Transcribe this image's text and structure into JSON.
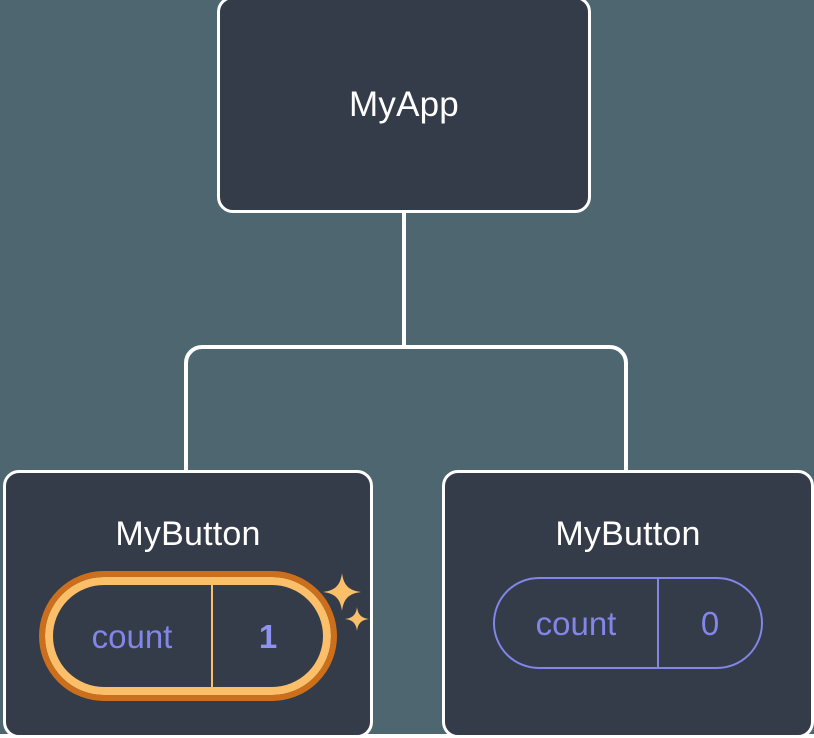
{
  "diagram": {
    "type": "component-tree",
    "title": "React component tree with state highlight",
    "background_color": "#4d6670",
    "node_fill_color": "#343b49",
    "node_border_color": "#ffffff",
    "edge_color": "#ffffff",
    "accent_purple": "#8186e8",
    "highlight_inner_ring": "#fbbf6a",
    "highlight_outer_ring": "#cc6f1c",
    "highlight_value_color": "#8f93f0"
  },
  "root": {
    "label": "MyApp"
  },
  "children": [
    {
      "label": "MyButton",
      "state": {
        "key": "count",
        "value": "1",
        "highlighted": true,
        "sparkle_large": "sparkle-icon",
        "sparkle_small": "sparkle-icon"
      }
    },
    {
      "label": "MyButton",
      "state": {
        "key": "count",
        "value": "0",
        "highlighted": false
      }
    }
  ],
  "edges": [
    {
      "from": "MyApp",
      "to": "MyButton-left"
    },
    {
      "from": "MyApp",
      "to": "MyButton-right"
    }
  ]
}
